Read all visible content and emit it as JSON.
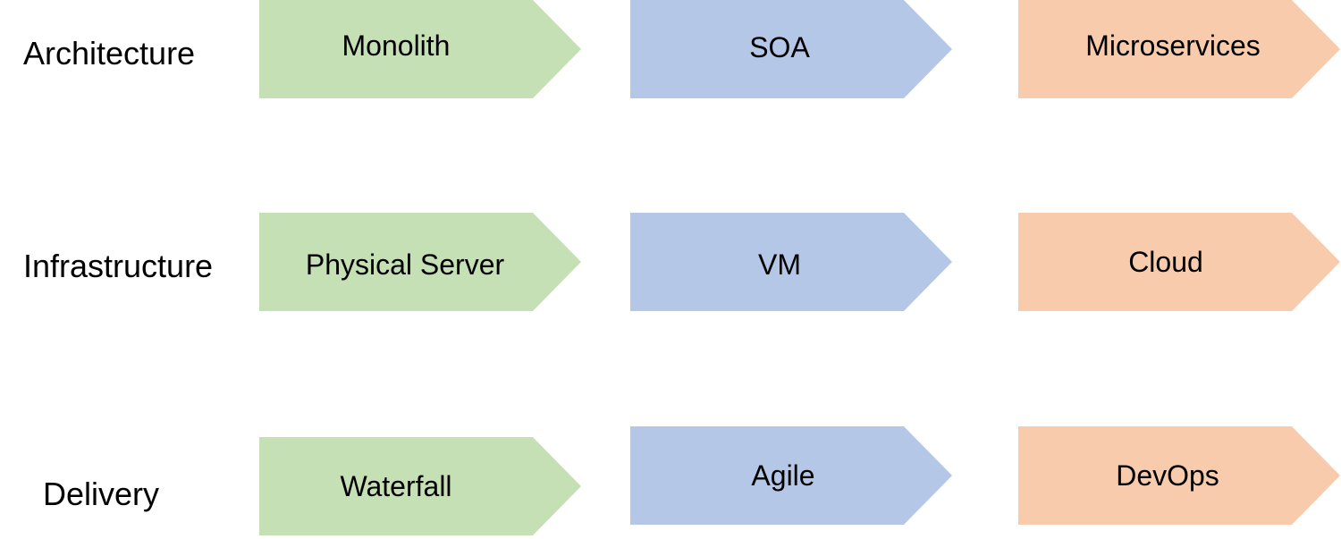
{
  "rows": [
    {
      "label": "Architecture",
      "stages": [
        "Monolith",
        "SOA",
        "Microservices"
      ]
    },
    {
      "label": "Infrastructure",
      "stages": [
        "Physical Server",
        "VM",
        "Cloud"
      ]
    },
    {
      "label": "Delivery",
      "stages": [
        "Waterfall",
        "Agile",
        "DevOps"
      ]
    }
  ],
  "colors": {
    "stage_1": "#c5e0b4",
    "stage_2": "#b4c7e7",
    "stage_3": "#f8cbad",
    "text": "#000000",
    "background": "#ffffff"
  }
}
